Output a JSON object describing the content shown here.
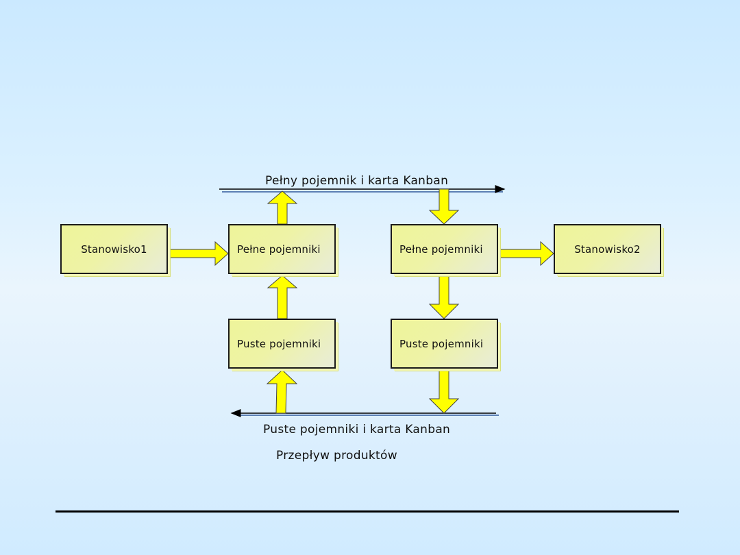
{
  "diagram": {
    "top_flow_label": "Pełny pojemnik i karta Kanban",
    "bottom_flow_label": "Puste pojemniki i karta Kanban",
    "caption": "Przepływ produktów",
    "boxes": {
      "station1": "Stanowisko1",
      "full_left": "Pełne pojemniki",
      "full_right": "Pełne pojemniki",
      "station2": "Stanowisko2",
      "empty_left": "Puste pojemniki",
      "empty_right": "Puste pojemniki"
    },
    "colors": {
      "arrow_fill": "#ffff00",
      "box_fill": "#eef3a6",
      "flow_line": "#000000",
      "flow_line_shadow": "#5b7fb4"
    }
  }
}
